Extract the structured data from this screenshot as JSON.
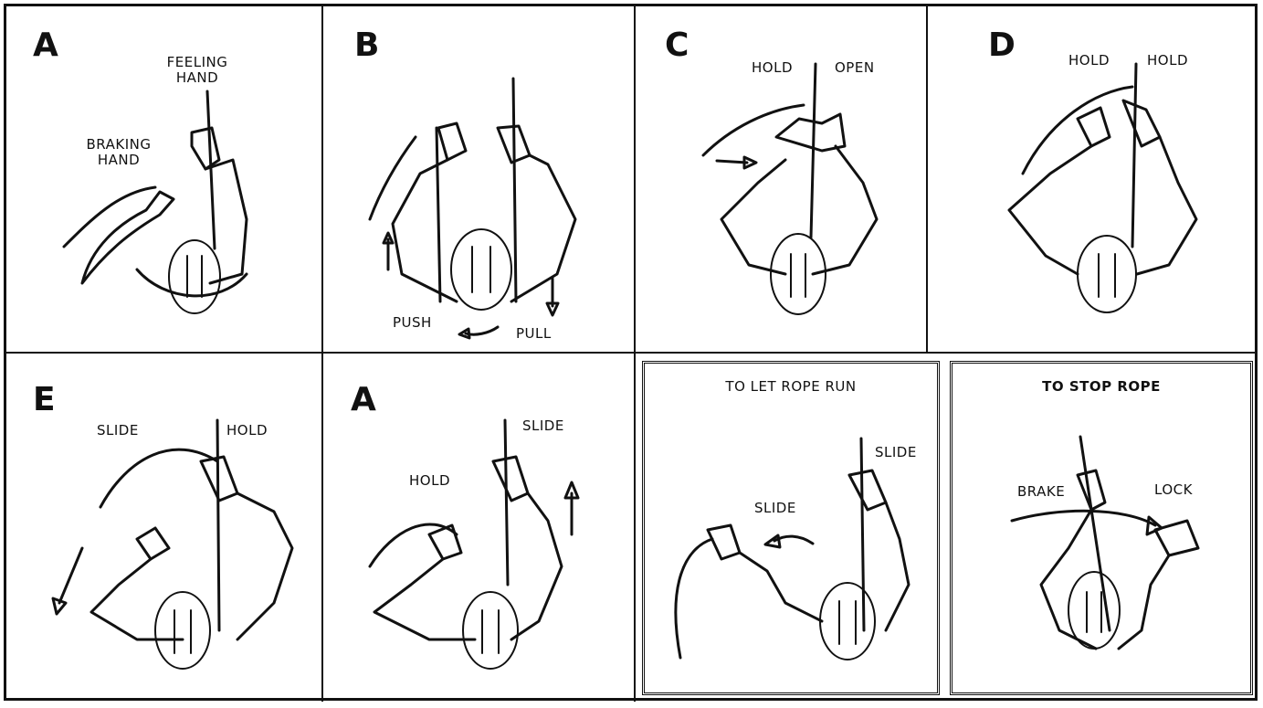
{
  "panels": [
    {
      "letter": "A",
      "labels": [
        "FEELING HAND",
        "BRAKING HAND"
      ]
    },
    {
      "letter": "B",
      "labels": [
        "PUSH",
        "PULL"
      ]
    },
    {
      "letter": "C",
      "labels": [
        "HOLD",
        "OPEN"
      ]
    },
    {
      "letter": "D",
      "labels": [
        "HOLD",
        "HOLD"
      ]
    },
    {
      "letter": "E",
      "labels": [
        "SLIDE",
        "HOLD"
      ]
    },
    {
      "letter": "A",
      "labels": [
        "SLIDE",
        "HOLD"
      ]
    },
    {
      "title": "TO LET ROPE RUN",
      "labels": [
        "SLIDE",
        "SLIDE"
      ]
    },
    {
      "title": "TO STOP ROPE",
      "labels": [
        "BRAKE",
        "LOCK"
      ]
    }
  ]
}
